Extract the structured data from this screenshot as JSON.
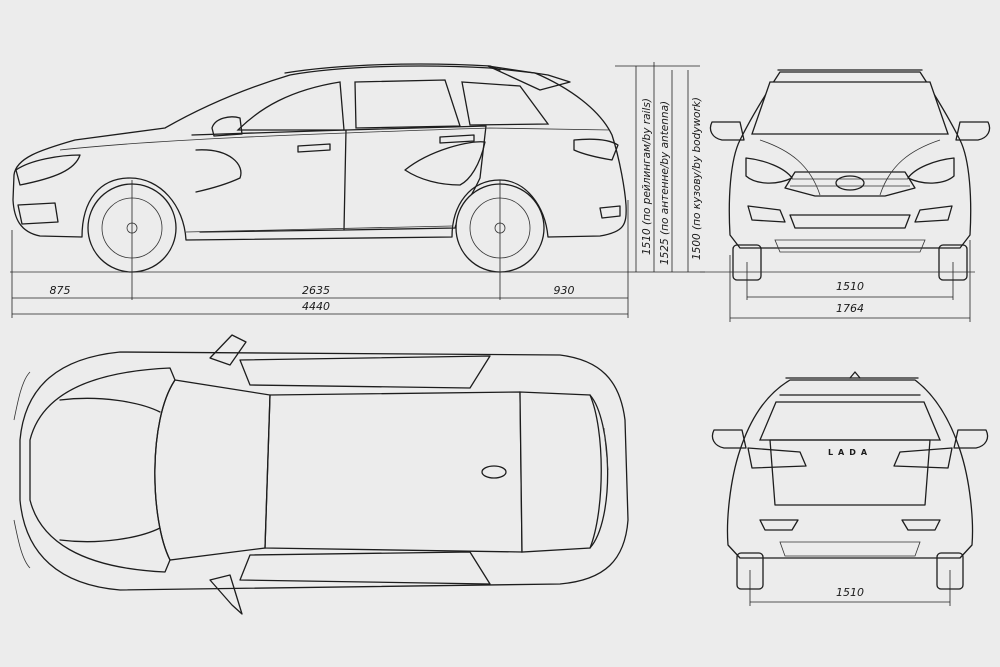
{
  "colors": {
    "background": "#ececec",
    "line": "#1d1d1d"
  },
  "side_view": {
    "dims": {
      "front_overhang": "875",
      "wheelbase": "2635",
      "rear_overhang": "930",
      "length": "4440"
    },
    "heights": {
      "rails": "1510 (по рейлингам/by rails)",
      "antenna": "1525 (по антенне/by antenna)",
      "bodywork": "1500 (по кузову/by bodywork)"
    }
  },
  "front_view": {
    "dims": {
      "track": "1510",
      "width": "1764"
    }
  },
  "rear_view": {
    "badge": "LADA",
    "dims": {
      "track": "1510"
    }
  }
}
